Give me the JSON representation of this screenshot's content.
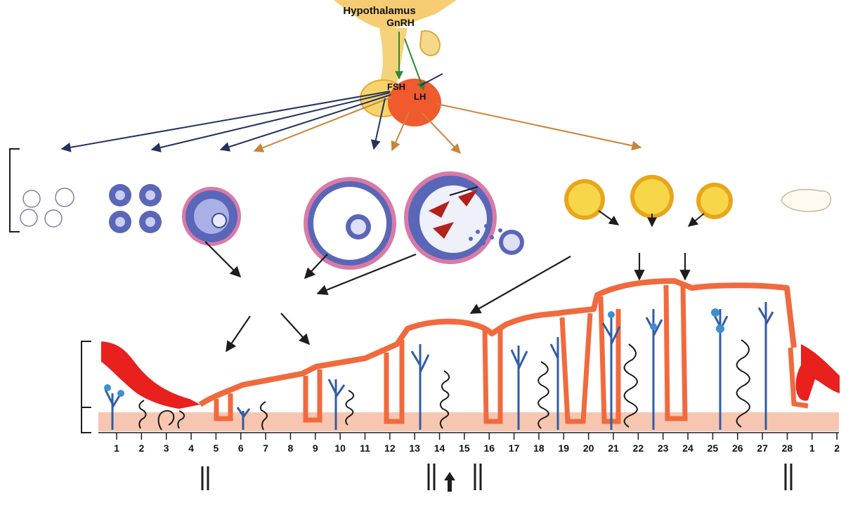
{
  "labels": {
    "hypothalamus": "Hypothalamus",
    "gnrh": "GnRH",
    "fsh": "FSH",
    "lh": "LH"
  },
  "days": [
    "1",
    "2",
    "3",
    "4",
    "5",
    "6",
    "7",
    "8",
    "9",
    "10",
    "11",
    "12",
    "13",
    "14",
    "15",
    "16",
    "17",
    "18",
    "19",
    "20",
    "21",
    "22",
    "23",
    "24",
    "25",
    "26",
    "27",
    "28",
    "1",
    "2"
  ],
  "colors": {
    "endometrium": "#f06a3e",
    "menstrual": "#e8201e",
    "basal_layer": "#f7c6b0",
    "vessel": "#2f5da8",
    "gland": "#1a1a1a",
    "follicle_stroma": "#5a66b8",
    "corpus_luteum": "#f2c020",
    "arrow": "#1d1d1d",
    "hormone_arrow": "#c9853a",
    "fsh_line": "#22335e"
  }
}
